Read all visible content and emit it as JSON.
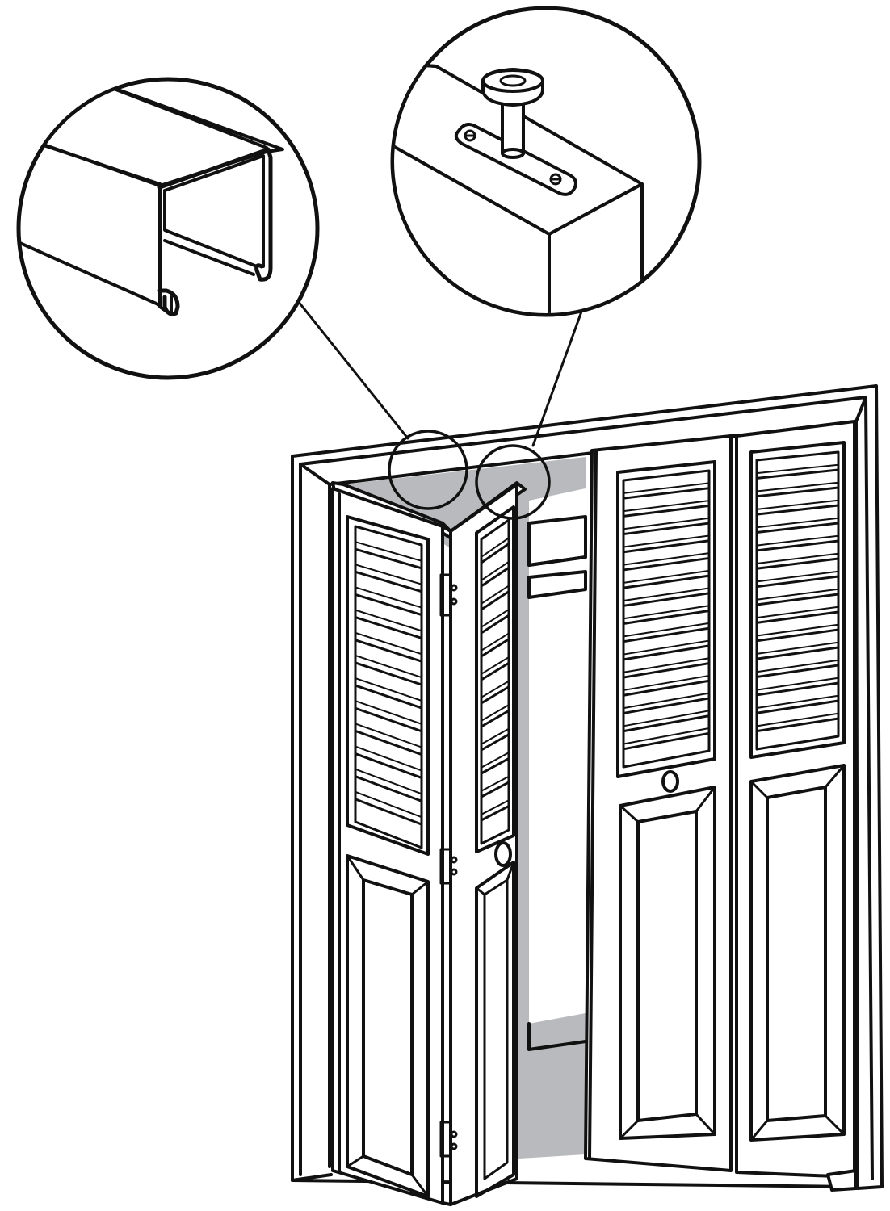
{
  "illustration": {
    "colors": {
      "line": "#111111",
      "background": "#ffffff",
      "interior_shade": "#b9babd"
    },
    "components": {
      "callout_left": "overhead-track-detail",
      "callout_right": "pivot-pin-bracket-detail",
      "left_door_pair": "bifold-door-folded-open",
      "right_door_pair": "bifold-door-closed",
      "frame": "door-frame"
    },
    "louver_slat_counts": {
      "left_panel": 13,
      "left_fold_panel": 13,
      "right_panel_a": 16,
      "right_panel_b": 16
    }
  }
}
